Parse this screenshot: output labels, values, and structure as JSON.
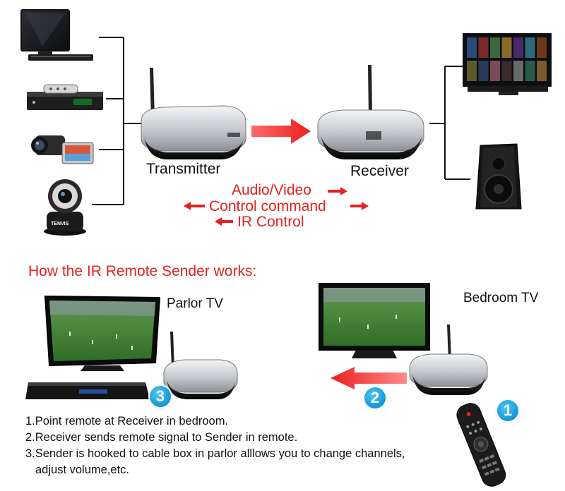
{
  "top_diagram": {
    "transmitter_label": "Transmitter",
    "receiver_label": "Receiver",
    "signals": {
      "audio_video": "Audio/Video",
      "control_command": "Control command",
      "ir_control": "IR Control"
    },
    "camera_brand": "TENVIS"
  },
  "bottom_diagram": {
    "title": "How the IR Remote Sender works:",
    "parlor_label": "Parlor TV",
    "bedroom_label": "Bedroom TV",
    "badges": [
      "1",
      "2",
      "3"
    ],
    "steps": [
      "1.Point remote at Receiver in bedroom.",
      "2.Receiver sends remote signal to Sender in remote.",
      "3.Sender is hooked to cable box in parlor alllows you to change channels,",
      "adjust volume,etc."
    ]
  },
  "colors": {
    "accent_red": "#e8211d",
    "badge_blue": "#1297d6",
    "device_silver": "#c9cdd2",
    "device_black": "#1a1a1a"
  }
}
